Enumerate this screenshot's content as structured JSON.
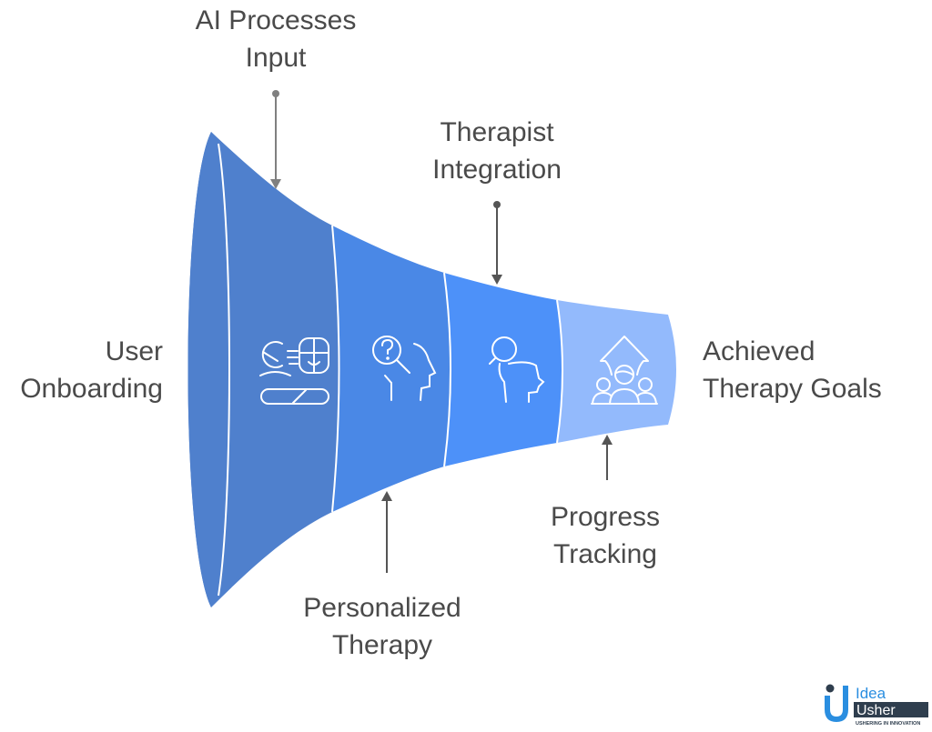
{
  "diagram": {
    "type": "funnel",
    "stages": [
      {
        "id": "user-onboarding",
        "label_lines": [
          "User",
          "Onboarding"
        ],
        "icon": "ai-face-scan-icon",
        "color": "#4F80CD"
      },
      {
        "id": "personalized-therapy",
        "label_lines": [
          "Personalized",
          "Therapy"
        ],
        "icon": "head-question-magnifier-icon",
        "color": "#4A88E6"
      },
      {
        "id": "therapist-integration",
        "label_lines": [
          "Therapist",
          "Integration"
        ],
        "icon": "head-search-icon",
        "color": "#4D91F9"
      },
      {
        "id": "progress-tracking",
        "label_lines": [
          "Progress",
          "Tracking"
        ],
        "icon": "group-growth-arrow-icon",
        "color": "#93BAFC"
      }
    ],
    "callouts": {
      "user_onboarding": [
        "User",
        "Onboarding"
      ],
      "ai_processes_input": [
        "AI Processes",
        "Input"
      ],
      "personalized_therapy": [
        "Personalized",
        "Therapy"
      ],
      "therapist_integration": [
        "Therapist",
        "Integration"
      ],
      "progress_tracking": [
        "Progress",
        "Tracking"
      ],
      "achieved_goals": [
        "Achieved",
        "Therapy Goals"
      ]
    },
    "colors": {
      "text": "#4a4a4a",
      "arrow": "#555555",
      "arrow_light": "#808080",
      "divider": "#ffffff"
    }
  },
  "logo": {
    "line1": "Idea",
    "line2": "Usher",
    "tagline": "USHERING IN INNOVATION",
    "colors": {
      "blue": "#2a8ee0",
      "dark": "#2f3e4e"
    }
  }
}
